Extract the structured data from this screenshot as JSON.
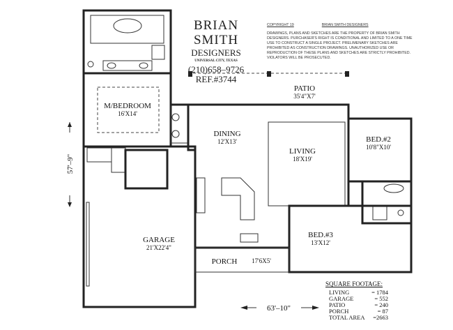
{
  "title_block": {
    "name": "BRIAN SMITH",
    "subtitle": "DESIGNERS",
    "location": "UNIVERSAL CITY, TEXAS",
    "phone": "(210)658–9726",
    "ref": "REF.#3744"
  },
  "copyright": {
    "heading_left": "COPYRIGHT 19",
    "heading_right": "BRIAN SMITH DESIGNERS",
    "body": "DRAWINGS, PLANS AND SKETCHES ARE THE PROPERTY OF BRIAN SMITH DESIGNERS. PURCHASER'S RIGHT IS CONDITIONAL AND LIMITED TO A ONE TIME USE TO CONSTRUCT A SINGLE PROJECT. PRELIMENARY SKETCHES ARE PROHIBITED AS CONSTRUCTION DRAWINGS. UNAUTHORIZED USE OR REPRODUCTION OF THESE PLANS AND SKETCHES ARE STRICTLY PROHIBITED. VIOLATORS WILL BE PROSECUTED."
  },
  "rooms": {
    "master": {
      "name": "M/BEDROOM",
      "size": "16'X14'"
    },
    "patio": {
      "name": "PATIO",
      "size": "35'4\"X7'"
    },
    "dining": {
      "name": "DINING",
      "size": "12'X13'"
    },
    "living": {
      "name": "LIVING",
      "size": "18'X19'"
    },
    "bed2": {
      "name": "BED.#2",
      "size": "10'8\"X10'"
    },
    "bed3": {
      "name": "BED.#3",
      "size": "13'X12'"
    },
    "garage": {
      "name": "GARAGE",
      "size": "21'X22'4\""
    },
    "porch": {
      "name": "PORCH",
      "size": "17'6X5'"
    }
  },
  "dimensions": {
    "depth": "57'–9\"",
    "width": "63'–10\""
  },
  "square_footage": {
    "heading": "SQUARE FOOTAGE:",
    "rows": [
      {
        "label": "LIVING",
        "value": "= 1784"
      },
      {
        "label": "GARAGE",
        "value": "= 552"
      },
      {
        "label": "PATIO",
        "value": "= 240"
      },
      {
        "label": "PORCH",
        "value": "= 87"
      },
      {
        "label": "TOTAL AREA",
        "value": "=2663"
      }
    ]
  }
}
